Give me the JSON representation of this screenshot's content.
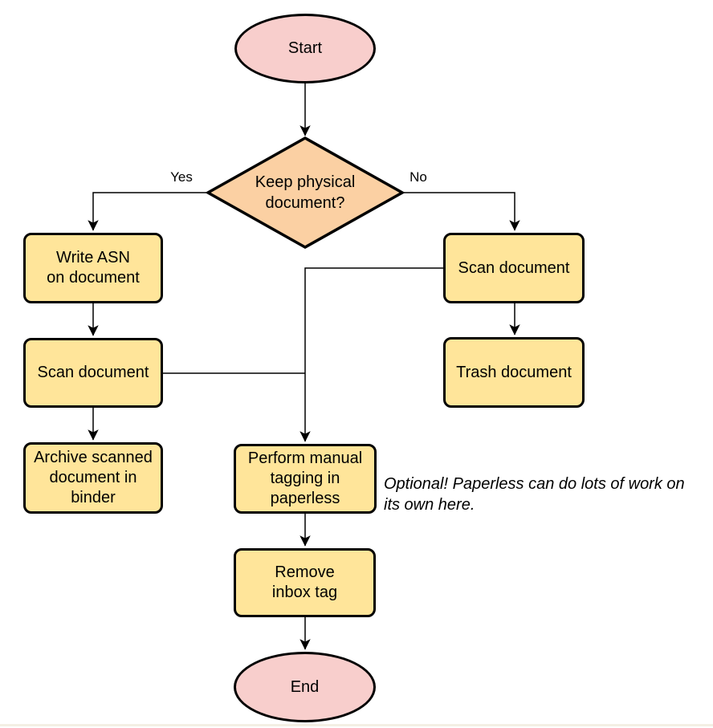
{
  "diagram": {
    "background": "#ffffff",
    "colors": {
      "terminator_fill": "#f8cecc",
      "decision_fill": "#fbd0a3",
      "process_fill": "#ffe59a",
      "stroke": "#000000"
    },
    "nodes": {
      "start": {
        "label": "Start",
        "shape": "ellipse"
      },
      "decision": {
        "label": "Keep physical\ndocument?",
        "shape": "diamond"
      },
      "write_asn": {
        "label": "Write ASN\non document",
        "shape": "rounded-rect"
      },
      "scan_left": {
        "label": "Scan document",
        "shape": "rounded-rect"
      },
      "archive": {
        "label": "Archive scanned\ndocument in\nbinder",
        "shape": "rounded-rect"
      },
      "scan_right": {
        "label": "Scan document",
        "shape": "rounded-rect"
      },
      "trash": {
        "label": "Trash document",
        "shape": "rounded-rect"
      },
      "tagging": {
        "label": "Perform manual\ntagging in\npaperless",
        "shape": "rounded-rect"
      },
      "remove_inbox": {
        "label": "Remove\ninbox tag",
        "shape": "rounded-rect"
      },
      "end": {
        "label": "End",
        "shape": "ellipse"
      }
    },
    "edge_labels": {
      "yes": "Yes",
      "no": "No"
    },
    "annotation": "Optional! Paperless can do lots of work on\nits own here."
  }
}
